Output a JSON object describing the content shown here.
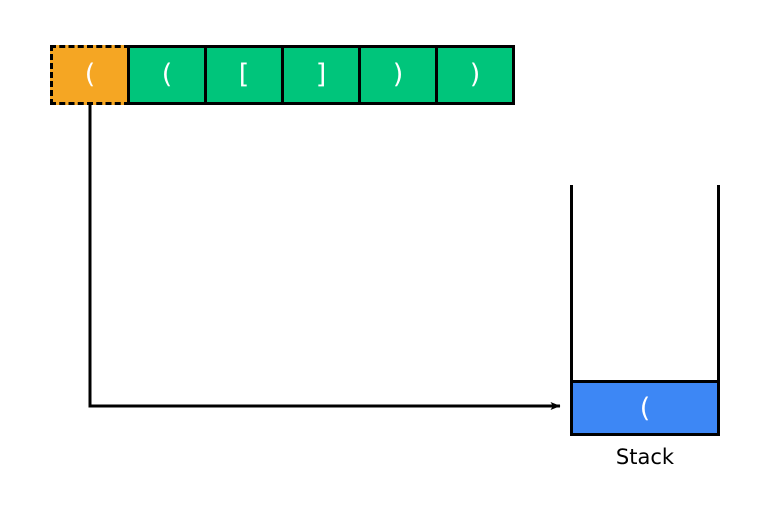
{
  "background": "#ffffff",
  "colors": {
    "current_token_fill": "#f5a623",
    "token_fill": "#00c57b",
    "stack_cell_fill": "#3d87f5",
    "stroke": "#000000",
    "glyph_text": "#ffffff"
  },
  "input_row": {
    "name": "input-expression",
    "tokens": [
      {
        "symbol": "(",
        "state": "current"
      },
      {
        "symbol": "(",
        "state": "pending"
      },
      {
        "symbol": "[",
        "state": "pending"
      },
      {
        "symbol": "]",
        "state": "pending"
      },
      {
        "symbol": ")",
        "state": "pending"
      },
      {
        "symbol": ")",
        "state": "pending"
      }
    ]
  },
  "stack": {
    "label": "Stack",
    "items": [
      {
        "symbol": "("
      }
    ]
  },
  "connector": {
    "name": "push-arrow",
    "from_token_index": 0,
    "to": "stack-top-cell"
  }
}
